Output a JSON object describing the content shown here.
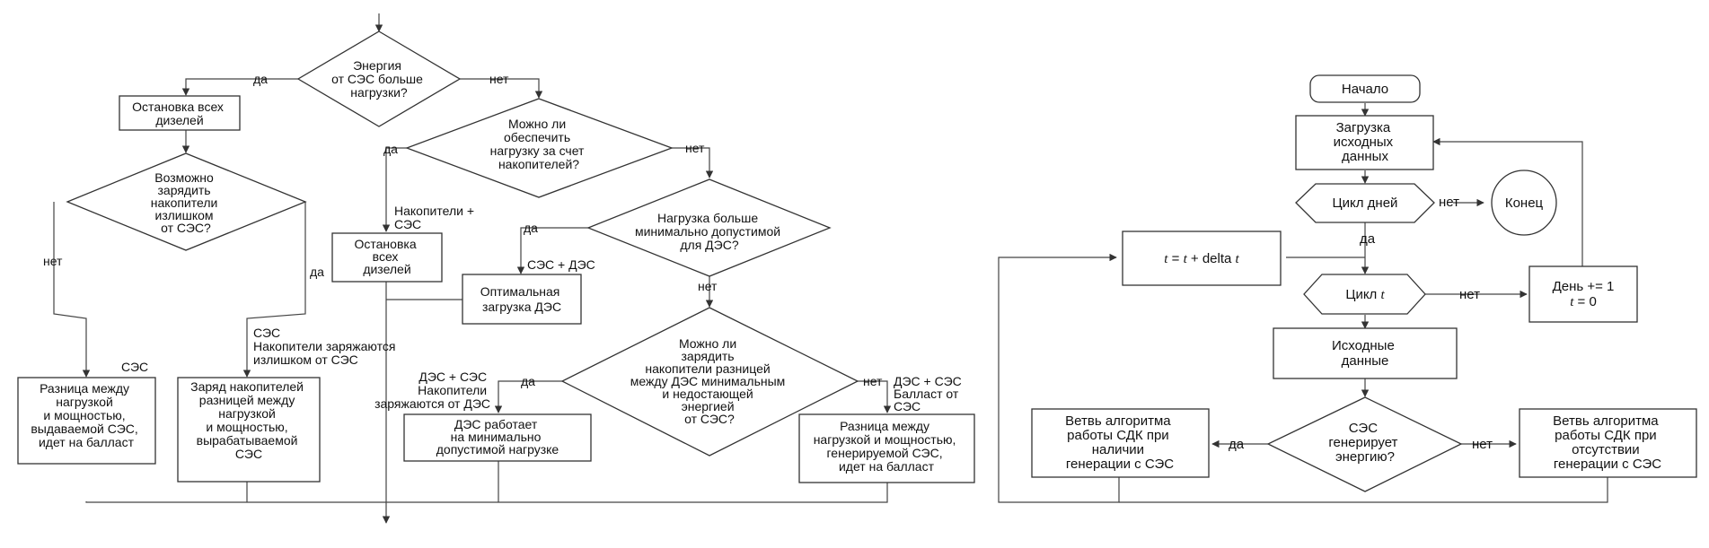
{
  "left_flowchart": {
    "d_solar_vs_load": [
      "Энергия",
      "от СЭС больше",
      "нагрузки?"
    ],
    "d_storage": [
      "Можно ли",
      "обеспечить",
      "нагрузку за счет",
      "накопителей?"
    ],
    "d_charge_surplus": [
      "Возможно",
      "зарядить",
      "накопители",
      "излишком",
      "от СЭС?"
    ],
    "d_load_min": [
      "Нагрузка больше",
      "минимально допустимой",
      "для ДЭС?"
    ],
    "d_charge_diff": [
      "Можно ли",
      "зарядить",
      "накопители разницей",
      "между ДЭС минимальным",
      "и недостающей",
      "энергией",
      "от СЭС?"
    ],
    "b_stop_all_1": [
      "Остановка всех",
      "дизелей"
    ],
    "b_stop_all_2": [
      "Остановка",
      "всех",
      "дизелей"
    ],
    "b_optimal": [
      "Оптимальная",
      "загрузка ДЭС"
    ],
    "b_ballast_1": [
      "Разница между",
      "нагрузкой",
      "и мощностью,",
      "выдаваемой СЭС,",
      "идет на балласт"
    ],
    "b_charge": [
      "Заряд накопителей",
      "разницей между",
      "нагрузкой",
      "и мощностью,",
      "вырабатываемой",
      "СЭС"
    ],
    "b_dgs_min": [
      "ДЭС работает",
      "на минимально",
      "допустимой нагрузке"
    ],
    "b_ballast_2": [
      "Разница между",
      "нагрузкой и мощностью,",
      "генерируемой СЭС,",
      "идет на балласт"
    ],
    "yes": "да",
    "no": "нет",
    "lbl_storage_ses": [
      "Накопители +",
      "СЭС"
    ],
    "lbl_ses_dgs": "СЭС + ДЭС",
    "lbl_ses": "СЭС",
    "lbl_ses_charge": [
      "СЭС",
      "Накопители заряжаются",
      "излишком от СЭС"
    ],
    "lbl_dgs_ses_charge": [
      "ДЭС + СЭС",
      "Накопители",
      "заряжаются от ДЭС"
    ],
    "lbl_dgs_ses_ballast": [
      "ДЭС + СЭС",
      "Балласт от",
      "СЭС"
    ]
  },
  "right_flowchart": {
    "start": "Начало",
    "load_data": [
      "Загрузка",
      "исходных",
      "данных"
    ],
    "day_loop": "Цикл дней",
    "end": "Конец",
    "t_step": {
      "var": "t",
      "mid": " = ",
      "plus": " + delta "
    },
    "t_loop": {
      "label": "Цикл ",
      "var": "t"
    },
    "day_inc": [
      "День += 1"
    ],
    "t_reset": {
      "var": "t",
      "rest": " = 0"
    },
    "initial_data": [
      "Исходные",
      "данные"
    ],
    "ses_generates": [
      "СЭС",
      "генерирует",
      "энергию?"
    ],
    "branch_with": [
      "Ветвь алгоритма",
      "работы СДК при",
      "наличии",
      "генерации с СЭС"
    ],
    "branch_without": [
      "Ветвь алгоритма",
      "работы СДК при",
      "отсутствии",
      "генерации с СЭС"
    ],
    "yes": "да",
    "no": "нет"
  }
}
